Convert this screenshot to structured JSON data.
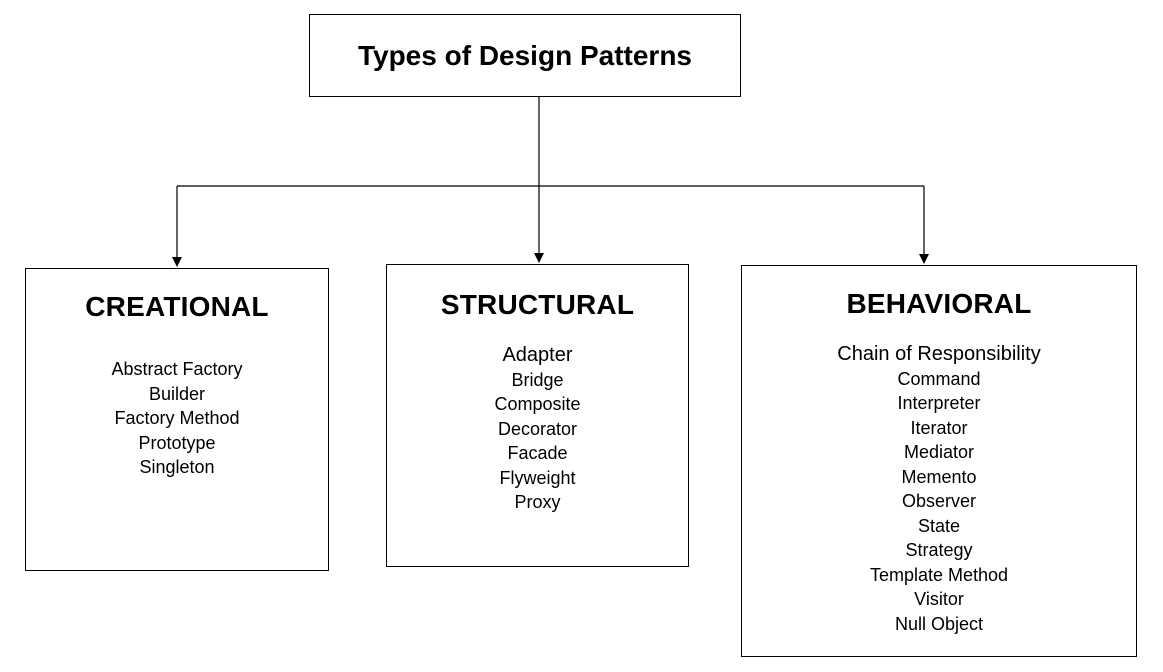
{
  "root": {
    "title": "Types of Design Patterns"
  },
  "categories": [
    {
      "title": "CREATIONAL",
      "items": [
        "Abstract Factory",
        "Builder",
        "Factory Method",
        "Prototype",
        "Singleton"
      ]
    },
    {
      "title": "STRUCTURAL",
      "items": [
        "Adapter",
        "Bridge",
        "Composite",
        "Decorator",
        "Facade",
        "Flyweight",
        "Proxy"
      ]
    },
    {
      "title": "BEHAVIORAL",
      "items": [
        "Chain of Responsibility",
        "Command",
        "Interpreter",
        "Iterator",
        "Mediator",
        "Memento",
        "Observer",
        "State",
        "Strategy",
        "Template Method",
        "Visitor",
        "Null Object"
      ]
    }
  ],
  "colors": {
    "line": "#000000",
    "background": "#ffffff"
  }
}
